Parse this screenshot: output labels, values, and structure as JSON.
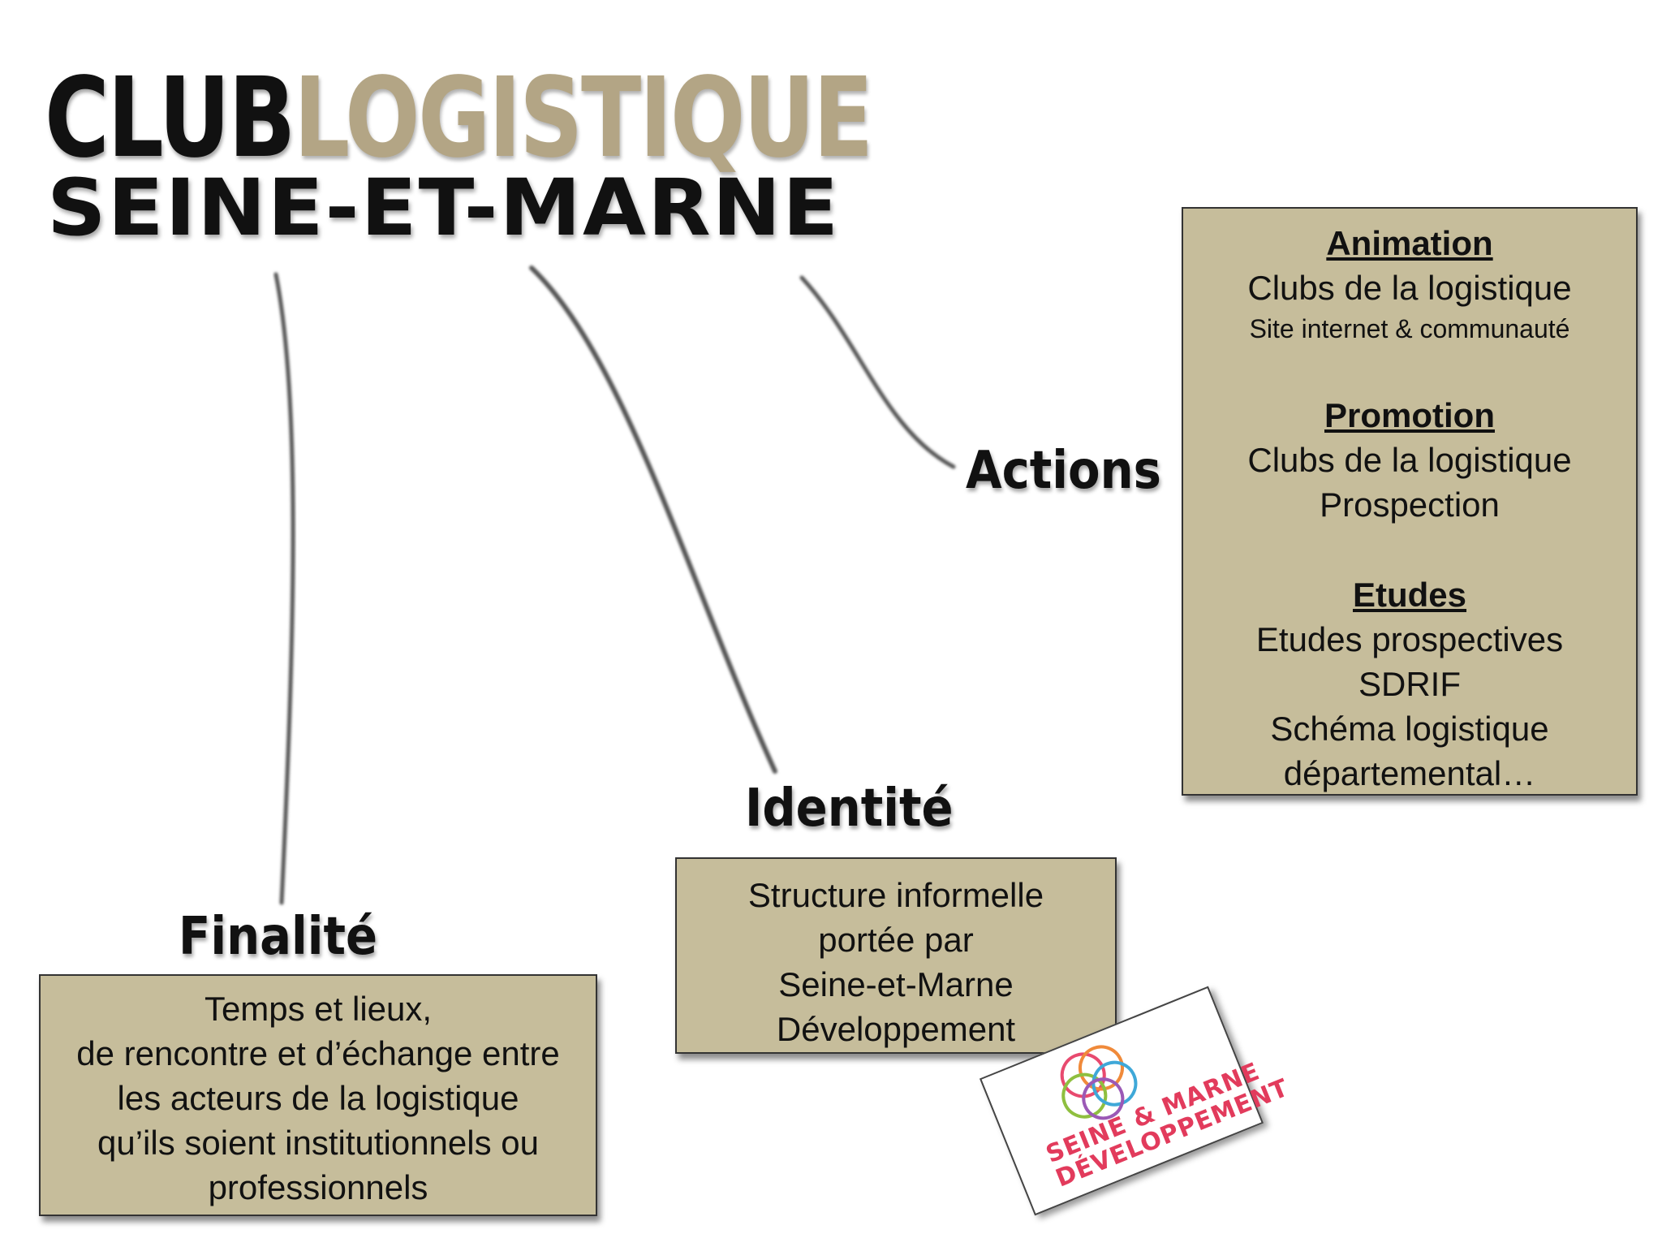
{
  "logo": {
    "word1": "CLUB",
    "word2": "LOGISTIQUE",
    "line2": "SEINE-ET-MARNE",
    "colors": {
      "dark": "#111111",
      "gold": "#b3a585"
    }
  },
  "actions": {
    "heading": "Actions",
    "sections": [
      {
        "title": "Animation",
        "lines": [
          "Clubs de la logistique"
        ],
        "small": "Site internet & communauté"
      },
      {
        "title": "Promotion",
        "lines": [
          "Clubs de la logistique",
          "Prospection"
        ]
      },
      {
        "title": "Etudes",
        "lines": [
          "Etudes prospectives",
          "SDRIF",
          "Schéma logistique",
          "départemental…"
        ]
      }
    ]
  },
  "identite": {
    "heading": "Identité",
    "lines": [
      "Structure informelle",
      "portée par",
      "Seine-et-Marne",
      "Développement"
    ]
  },
  "finalite": {
    "heading": "Finalité",
    "lines": [
      "Temps et lieux,",
      "de rencontre et d’échange entre",
      "les acteurs de la logistique",
      "qu’ils soient institutionnels ou",
      "professionnels"
    ]
  },
  "partner_logo": {
    "text": "SEINE & MARNE\nDÉVELOPPEMENT",
    "colors": {
      "text": "#e23b5c",
      "circles": [
        "#e84a6f",
        "#f08a3a",
        "#8fbf3f",
        "#3fa8d8",
        "#9b59b6"
      ]
    }
  },
  "box_fill": "#c6bd9b"
}
